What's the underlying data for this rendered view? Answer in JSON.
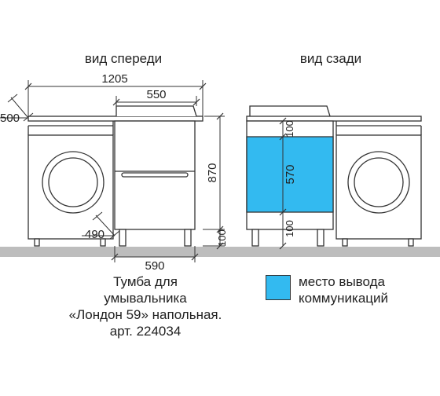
{
  "views": {
    "front_label": "вид спереди",
    "back_label": "вид сзади"
  },
  "dimensions": {
    "total_width": "1205",
    "basin_width": "550",
    "side_depth": "500",
    "cabinet_height": "870",
    "inner_depth": "490",
    "cabinet_width": "590",
    "leg_height": "100",
    "back_top": "100",
    "back_middle": "570",
    "back_bottom": "100"
  },
  "caption": {
    "line1": "Тумба для",
    "line2": "умывальника",
    "line3": "«Лондон 59» напольная.",
    "line4": "арт. 224034"
  },
  "legend": {
    "line1": "место вывода",
    "line2": "коммуникаций"
  },
  "colors": {
    "communications_area": "#33baf0",
    "floor": "#bdbdbd",
    "outline": "#333333"
  }
}
